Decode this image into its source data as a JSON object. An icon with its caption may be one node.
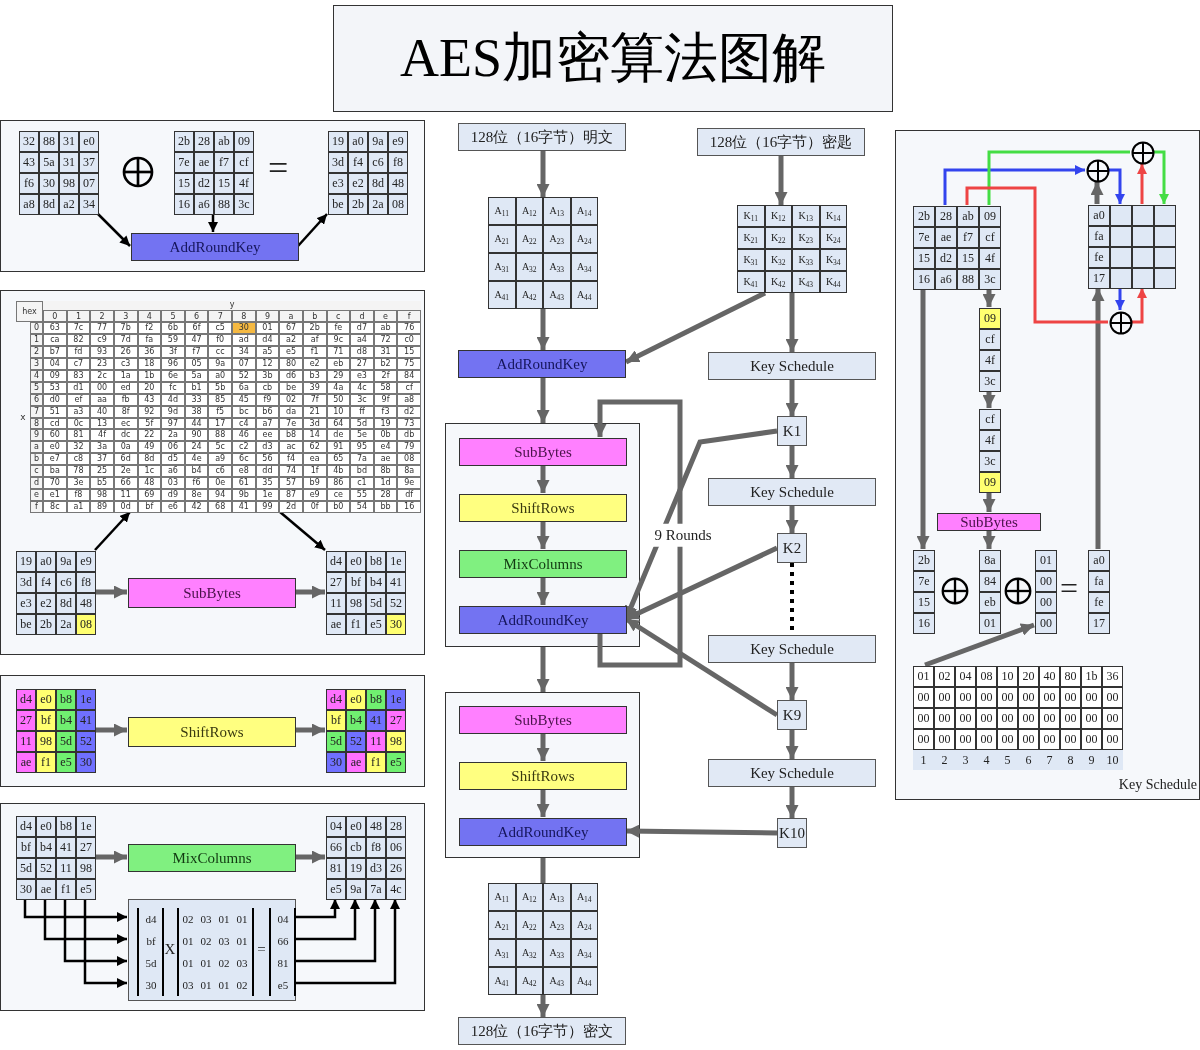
{
  "diagram": {
    "title": "AES加密算法图解",
    "nodes": [
      {
        "text": [],
        "shape": "box"
      },
      {
        "text": [
          "32",
          "88",
          "31",
          "e0",
          "43",
          "5a",
          "31",
          "37",
          "f6",
          "30",
          "98",
          "07",
          "a8",
          "8d",
          "a2",
          "34"
        ],
        "in": 0
      },
      {
        "text": [
          "2b",
          "28",
          "ab",
          "09",
          "7e",
          "ae",
          "f7",
          "cf",
          "15",
          "d2",
          "15",
          "4f",
          "16",
          "a6",
          "88",
          "3c"
        ],
        "in": 0
      },
      {
        "text": [
          "19",
          "a0",
          "9a",
          "e9",
          "3d",
          "f4",
          "c6",
          "f8",
          "e3",
          "e2",
          "8d",
          "48",
          "be",
          "2b",
          "2a",
          "08"
        ],
        "in": 0
      },
      {
        "text": [
          "AddRoundKey"
        ],
        "in": 0
      },
      {
        "text": [],
        "shape": "box"
      },
      {
        "text": [
          "hex",
          "y",
          "0",
          "1",
          "2",
          "3",
          "4",
          "5",
          "6",
          "7",
          "8",
          "9",
          "a",
          "b",
          "c",
          "d",
          "e",
          "f",
          "x",
          "0",
          "63",
          "7c",
          "77",
          "7b",
          "f2",
          "6b",
          "6f",
          "c5",
          "30",
          "01",
          "67",
          "2b",
          "fe",
          "d7",
          "ab",
          "76",
          "1",
          "ca",
          "82",
          "c9",
          "7d",
          "fa",
          "59",
          "47",
          "f0",
          "ad",
          "d4",
          "a2",
          "af",
          "9c",
          "a4",
          "72",
          "c0",
          "2",
          "b7",
          "fd",
          "93",
          "26",
          "36",
          "3f",
          "f7",
          "cc",
          "34",
          "a5",
          "e5",
          "f1",
          "71",
          "d8",
          "31",
          "15",
          "3",
          "04",
          "c7",
          "23",
          "c3",
          "18",
          "96",
          "05",
          "9a",
          "07",
          "12",
          "80",
          "e2",
          "eb",
          "27",
          "b2",
          "75",
          "4",
          "09",
          "83",
          "2c",
          "1a",
          "1b",
          "6e",
          "5a",
          "a0",
          "52",
          "3b",
          "d6",
          "b3",
          "29",
          "e3",
          "2f",
          "84",
          "5",
          "53",
          "d1",
          "00",
          "ed",
          "20",
          "fc",
          "b1",
          "5b",
          "6a",
          "cb",
          "be",
          "39",
          "4a",
          "4c",
          "58",
          "cf",
          "6",
          "d0",
          "ef",
          "aa",
          "fb",
          "43",
          "4d",
          "33",
          "85",
          "45",
          "f9",
          "02",
          "7f",
          "50",
          "3c",
          "9f",
          "a8",
          "7",
          "51",
          "a3",
          "40",
          "8f",
          "92",
          "9d",
          "38",
          "f5",
          "bc",
          "b6",
          "da",
          "21",
          "10",
          "ff",
          "f3",
          "d2",
          "8",
          "cd",
          "0c",
          "13",
          "ec",
          "5f",
          "97",
          "44",
          "17",
          "c4",
          "a7",
          "7e",
          "3d",
          "64",
          "5d",
          "19",
          "73",
          "9",
          "60",
          "81",
          "4f",
          "dc",
          "22",
          "2a",
          "90",
          "88",
          "46",
          "ee",
          "b8",
          "14",
          "de",
          "5e",
          "0b",
          "db",
          "a",
          "e0",
          "32",
          "3a",
          "0a",
          "49",
          "06",
          "24",
          "5c",
          "c2",
          "d3",
          "ac",
          "62",
          "91",
          "95",
          "e4",
          "79",
          "b",
          "e7",
          "c8",
          "37",
          "6d",
          "8d",
          "d5",
          "4e",
          "a9",
          "6c",
          "56",
          "f4",
          "ea",
          "65",
          "7a",
          "ae",
          "08",
          "c",
          "ba",
          "78",
          "25",
          "2e",
          "1c",
          "a6",
          "b4",
          "c6",
          "e8",
          "dd",
          "74",
          "1f",
          "4b",
          "bd",
          "8b",
          "8a",
          "d",
          "70",
          "3e",
          "b5",
          "66",
          "48",
          "03",
          "f6",
          "0e",
          "61",
          "35",
          "57",
          "b9",
          "86",
          "c1",
          "1d",
          "9e",
          "e",
          "e1",
          "f8",
          "98",
          "11",
          "69",
          "d9",
          "8e",
          "94",
          "9b",
          "1e",
          "87",
          "e9",
          "ce",
          "55",
          "28",
          "df",
          "f",
          "8c",
          "a1",
          "89",
          "0d",
          "bf",
          "e6",
          "42",
          "68",
          "41",
          "99",
          "2d",
          "0f",
          "b0",
          "54",
          "bb",
          "16"
        ],
        "in": 5
      },
      {
        "text": [
          "19",
          "a0",
          "9a",
          "e9",
          "3d",
          "f4",
          "c6",
          "f8",
          "e3",
          "e2",
          "8d",
          "48",
          "be",
          "2b",
          "2a",
          "08"
        ],
        "in": 5
      },
      {
        "text": [
          "SubBytes"
        ],
        "in": 5
      },
      {
        "text": [
          "d4",
          "e0",
          "b8",
          "1e",
          "27",
          "bf",
          "b4",
          "41",
          "11",
          "98",
          "5d",
          "52",
          "ae",
          "f1",
          "e5",
          "30"
        ],
        "in": 5
      },
      {
        "text": [],
        "shape": "box"
      },
      {
        "text": [
          "d4",
          "e0",
          "b8",
          "1e",
          "27",
          "bf",
          "b4",
          "41",
          "11",
          "98",
          "5d",
          "52",
          "ae",
          "f1",
          "e5",
          "30"
        ],
        "in": 10
      },
      {
        "text": [
          "ShiftRows"
        ],
        "in": 10
      },
      {
        "text": [
          "d4",
          "e0",
          "b8",
          "1e",
          "bf",
          "b4",
          "41",
          "27",
          "5d",
          "52",
          "11",
          "98",
          "30",
          "ae",
          "f1",
          "e5"
        ],
        "in": 10
      },
      {
        "text": [],
        "shape": "box"
      },
      {
        "text": [
          "d4",
          "e0",
          "b8",
          "1e",
          "bf",
          "b4",
          "41",
          "27",
          "5d",
          "52",
          "11",
          "98",
          "30",
          "ae",
          "f1",
          "e5"
        ],
        "in": 14
      },
      {
        "text": [
          "MixColumns"
        ],
        "in": 14
      },
      {
        "text": [
          "04",
          "e0",
          "48",
          "28",
          "66",
          "cb",
          "f8",
          "06",
          "81",
          "19",
          "d3",
          "26",
          "e5",
          "9a",
          "7a",
          "4c"
        ],
        "in": 14
      },
      {
        "text": [
          "d4",
          "bf",
          "5d",
          "30",
          "X",
          "02",
          "03",
          "01",
          "01",
          "01",
          "02",
          "03",
          "01",
          "01",
          "01",
          "02",
          "03",
          "03",
          "01",
          "01",
          "02",
          "=",
          "04",
          "66",
          "81",
          "e5"
        ],
        "in": 14
      },
      {
        "text": [
          "128位（16字节）明文"
        ]
      },
      {
        "text": [
          "A$_{11}$",
          "A$_{12}$",
          "A$_{13}$",
          "A$_{14}$",
          "A$_{21}$",
          "A$_{22}$",
          "A$_{23}$",
          "A$_{24}$",
          "A$_{31}$",
          "A$_{32}$",
          "A$_{33}$",
          "A$_{34}$",
          "A$_{41}$",
          "A$_{42}$",
          "A$_{43}$",
          "A$_{44}$"
        ]
      },
      {
        "text": [
          "AddRoundKey"
        ]
      },
      {
        "text": [],
        "shape": "box"
      },
      {
        "text": [
          "SubBytes"
        ],
        "in": 22
      },
      {
        "text": [
          "ShiftRows"
        ],
        "in": 22
      },
      {
        "text": [
          "MixColumns"
        ],
        "in": 22
      },
      {
        "text": [
          "AddRoundKey"
        ],
        "in": 22
      },
      {
        "text": [],
        "shape": "box"
      },
      {
        "text": [
          "SubBytes"
        ],
        "in": 27
      },
      {
        "text": [
          "ShiftRows"
        ],
        "in": 27
      },
      {
        "text": [
          "AddRoundKey"
        ],
        "in": 27
      },
      {
        "text": [
          "A$_{11}$",
          "A$_{12}$",
          "A$_{13}$",
          "A$_{14}$",
          "A$_{21}$",
          "A$_{22}$",
          "A$_{23}$",
          "A$_{24}$",
          "A$_{31}$",
          "A$_{32}$",
          "A$_{33}$",
          "A$_{34}$",
          "A$_{41}$",
          "A$_{42}$",
          "A$_{43}$",
          "A$_{44}$"
        ]
      },
      {
        "text": [
          "128位（16字节）密文"
        ]
      },
      {
        "text": [
          "128位（16字节）密匙"
        ]
      },
      {
        "text": [
          "K$_{11}$",
          "K$_{12}$",
          "K$_{13}$",
          "K$_{14}$",
          "K$_{21}$",
          "K$_{22}$",
          "K$_{23}$",
          "K$_{24}$",
          "K$_{31}$",
          "K$_{32}$",
          "K$_{33}$",
          "K$_{34}$",
          "K$_{41}$",
          "K$_{42}$",
          "K$_{43}$",
          "K$_{44}$"
        ]
      },
      {
        "text": [
          "Key Schedule"
        ]
      },
      {
        "text": [
          "K1"
        ]
      },
      {
        "text": [
          "Key Schedule"
        ]
      },
      {
        "text": [
          "K2"
        ]
      },
      {
        "text": [
          "Key Schedule"
        ]
      },
      {
        "text": [
          "K9"
        ]
      },
      {
        "text": [
          "Key Schedule"
        ]
      },
      {
        "text": [
          "K10"
        ]
      },
      {
        "text": [
          "Key Schedule"
        ]
      },
      {
        "text": [
          "2b",
          "28",
          "ab",
          "09",
          "7e",
          "ae",
          "f7",
          "cf",
          "15",
          "d2",
          "15",
          "4f",
          "16",
          "a6",
          "88",
          "3c"
        ],
        "in": 43
      },
      {
        "text": [
          "09",
          "cf",
          "4f",
          "3c"
        ],
        "in": 43
      },
      {
        "text": [
          "cf",
          "4f",
          "3c",
          "09"
        ],
        "in": 43
      },
      {
        "text": [
          "SubBytes"
        ],
        "in": 43
      },
      {
        "text": [
          "2b",
          "7e",
          "15",
          "16"
        ],
        "in": 43
      },
      {
        "text": [
          "8a",
          "84",
          "eb",
          "01"
        ],
        "in": 43
      },
      {
        "text": [
          "01",
          "00",
          "00",
          "00"
        ],
        "in": 43
      },
      {
        "text": [
          "a0",
          "fa",
          "fe",
          "17"
        ],
        "in": 43
      },
      {
        "text": [
          "01",
          "02",
          "04",
          "08",
          "10",
          "20",
          "40",
          "80",
          "1b",
          "36",
          "00",
          "00",
          "00",
          "00",
          "00",
          "00",
          "00",
          "00",
          "00",
          "00",
          "00",
          "00",
          "00",
          "00",
          "00",
          "00",
          "00",
          "00",
          "00",
          "00",
          "00",
          "00",
          "00",
          "00",
          "00",
          "00",
          "00",
          "00",
          "00",
          "00",
          "1",
          "2",
          "3",
          "4",
          "5",
          "6",
          "7",
          "8",
          "9",
          "10"
        ],
        "in": 43
      },
      {
        "text": [
          "a0",
          "fa",
          "fe",
          "17"
        ],
        "in": 43
      },
      {
        "text": [],
        "shape": "circle",
        "in": 43
      },
      {
        "text": [],
        "shape": "circle",
        "in": 43
      },
      {
        "text": [],
        "shape": "circle",
        "in": 43
      }
    ],
    "edges": [
      {
        "from": 1,
        "to": 4,
        "arrow": "to",
        "color": "#000000"
      },
      {
        "from": 2,
        "to": 4,
        "arrow": "to",
        "color": "#000000"
      },
      {
        "from": 4,
        "to": 3,
        "arrow": "to",
        "color": "#000000"
      },
      {
        "from": 7,
        "to": 8,
        "arrow": "to"
      },
      {
        "from": 8,
        "to": 9,
        "arrow": "to"
      },
      {
        "from": 7,
        "to": 6,
        "arrow": "to",
        "color": "#000000"
      },
      {
        "from": 6,
        "to": 9,
        "arrow": "to",
        "color": "#000000"
      },
      {
        "from": 11,
        "to": 12,
        "arrow": "to"
      },
      {
        "from": 12,
        "to": 13,
        "arrow": "to"
      },
      {
        "from": 15,
        "to": 16,
        "arrow": "to"
      },
      {
        "from": 16,
        "to": 17,
        "arrow": "to"
      },
      {
        "from": 15,
        "to": 18,
        "arrow": "to",
        "color": "#000000"
      },
      {
        "from": 15,
        "to": 18,
        "arrow": "to",
        "color": "#000000"
      },
      {
        "from": 15,
        "to": 18,
        "arrow": "to",
        "color": "#000000"
      },
      {
        "from": 15,
        "to": 18,
        "arrow": "to",
        "color": "#000000"
      },
      {
        "from": 18,
        "to": 17,
        "arrow": "to",
        "color": "#000000"
      },
      {
        "from": 18,
        "to": 17,
        "arrow": "to",
        "color": "#000000"
      },
      {
        "from": 18,
        "to": 17,
        "arrow": "to",
        "color": "#000000"
      },
      {
        "from": 18,
        "to": 17,
        "arrow": "to",
        "color": "#000000"
      },
      {
        "from": 19,
        "to": 20,
        "arrow": "to"
      },
      {
        "from": 20,
        "to": 21,
        "arrow": "to"
      },
      {
        "from": 21,
        "to": 22,
        "arrow": "to"
      },
      {
        "from": 23,
        "to": 24,
        "arrow": "to"
      },
      {
        "from": 24,
        "to": 25,
        "arrow": "to"
      },
      {
        "from": 25,
        "to": 26,
        "arrow": "to"
      },
      {
        "from": 26,
        "to": 23,
        "arrow": "to",
        "label": "9 Rounds"
      },
      {
        "from": 22,
        "to": 27,
        "arrow": "to"
      },
      {
        "from": 28,
        "to": 29,
        "arrow": "to"
      },
      {
        "from": 29,
        "to": 30,
        "arrow": "to"
      },
      {
        "from": 27,
        "to": 31,
        "arrow": "none"
      },
      {
        "from": 31,
        "to": 32,
        "arrow": "to"
      },
      {
        "from": 33,
        "to": 34,
        "arrow": "to"
      },
      {
        "from": 34,
        "to": 35,
        "arrow": "to"
      },
      {
        "from": 34,
        "to": 21,
        "arrow": "to"
      },
      {
        "from": 35,
        "to": 36,
        "arrow": "to"
      },
      {
        "from": 36,
        "to": 37,
        "arrow": "to"
      },
      {
        "from": 36,
        "to": 26,
        "arrow": "to"
      },
      {
        "from": 37,
        "to": 38,
        "arrow": "to"
      },
      {
        "from": 38,
        "to": 26,
        "arrow": "to"
      },
      {
        "from": 38,
        "to": 39,
        "arrow": "none",
        "style": "dashed",
        "color": "#000000"
      },
      {
        "from": 39,
        "to": 40,
        "arrow": "to"
      },
      {
        "from": 40,
        "to": 26,
        "arrow": "to"
      },
      {
        "from": 40,
        "to": 41,
        "arrow": "to"
      },
      {
        "from": 41,
        "to": 42,
        "arrow": "to"
      },
      {
        "from": 42,
        "to": 30,
        "arrow": "to"
      },
      {
        "from": 44,
        "to": 45,
        "arrow": "to"
      },
      {
        "from": 45,
        "to": 46,
        "arrow": "to"
      },
      {
        "from": 46,
        "to": 47,
        "arrow": "to"
      },
      {
        "from": 47,
        "to": 49,
        "arrow": "to"
      },
      {
        "from": 44,
        "to": 48,
        "arrow": "to"
      },
      {
        "from": 51,
        "to": 53,
        "arrow": "to"
      },
      {
        "from": 52,
        "to": 50,
        "arrow": "to"
      },
      {
        "from": 44,
        "to": 54,
        "arrow": "to",
        "color": "#3344ee"
      },
      {
        "from": 54,
        "to": 53,
        "arrow": "to",
        "color": "#3344ee"
      },
      {
        "from": 53,
        "to": 54,
        "arrow": "to"
      },
      {
        "from": 44,
        "to": 55,
        "arrow": "none",
        "color": "#44dd44"
      },
      {
        "from": 55,
        "to": 53,
        "arrow": "to",
        "color": "#44dd44"
      },
      {
        "from": 53,
        "to": 55,
        "arrow": "to",
        "color": "#ee4444"
      },
      {
        "from": 44,
        "to": 56,
        "arrow": "none",
        "color": "#ee4444"
      },
      {
        "from": 56,
        "to": 53,
        "arrow": "to",
        "color": "#ee4444"
      },
      {
        "from": 53,
        "to": 56,
        "arrow": "to",
        "color": "#3344ee"
      }
    ],
    "labels": [
      "=",
      "="
    ]
  }
}
